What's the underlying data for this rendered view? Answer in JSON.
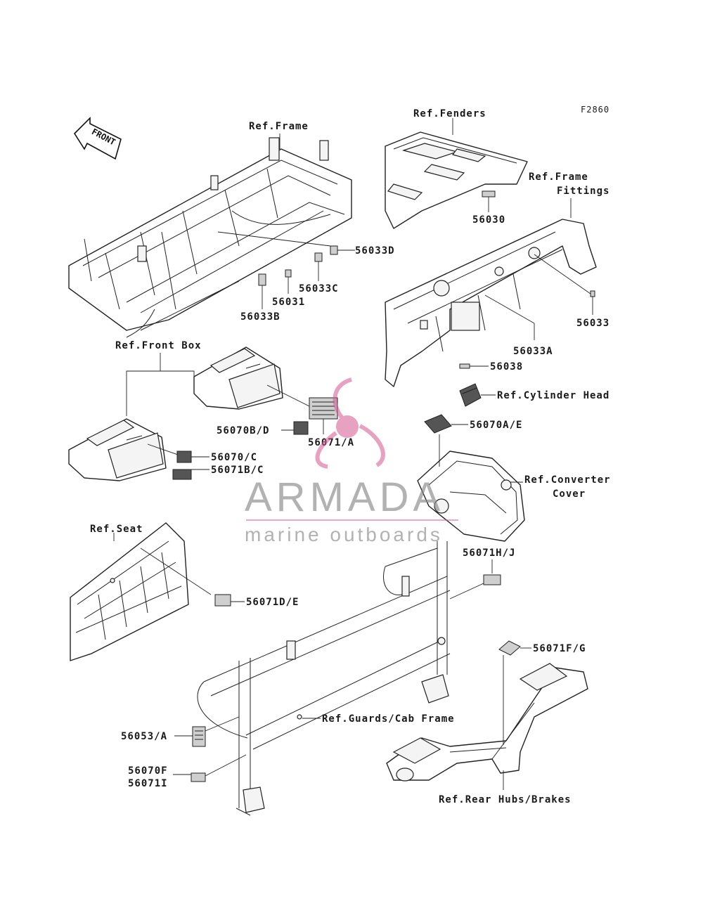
{
  "figure_code": "F2860",
  "front_arrow": "FRONT",
  "refs": {
    "frame": "Ref.Frame",
    "fenders": "Ref.Fenders",
    "frame_fittings_1": "Ref.Frame",
    "frame_fittings_2": "Fittings",
    "front_box": "Ref.Front Box",
    "cylinder_head": "Ref.Cylinder Head",
    "converter_cover_1": "Ref.Converter",
    "converter_cover_2": "Cover",
    "seat": "Ref.Seat",
    "guards": "Ref.Guards/Cab Frame",
    "rear_hubs": "Ref.Rear Hubs/Brakes"
  },
  "parts": {
    "p56030": "56030",
    "p56033D": "56033D",
    "p56033C": "56033C",
    "p56031": "56031",
    "p56033B": "56033B",
    "p56033": "56033",
    "p56033A": "56033A",
    "p56038": "56038",
    "p56070BD": "56070B/D",
    "p56071A": "56071/A",
    "p56070AE": "56070A/E",
    "p56070C": "56070/C",
    "p56071BC": "56071B/C",
    "p56071HJ": "56071H/J",
    "p56071DE": "56071D/E",
    "p56071FG": "56071F/G",
    "p56053A": "56053/A",
    "p56070F": "56070F",
    "p56071I": "56071I"
  },
  "watermark": {
    "brand": "ARMADA",
    "tagline": "marine outboards",
    "logo_color": "#d4568f"
  }
}
